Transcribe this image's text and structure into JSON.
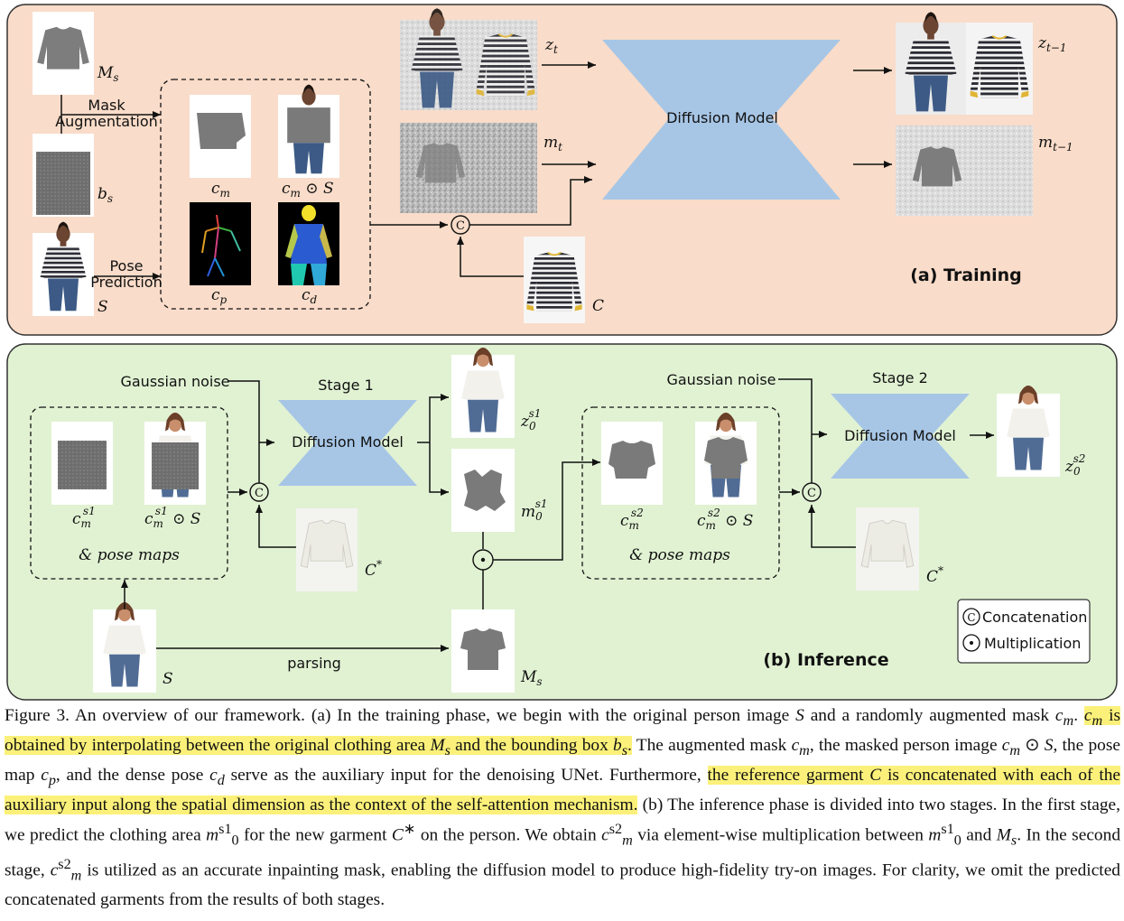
{
  "training": {
    "title": "(a) Training",
    "mask_augmentation": [
      "Mask",
      "Augmentation"
    ],
    "pose_prediction": [
      "Pose",
      "Prediction"
    ],
    "diffusion_model": "Diffusion Model",
    "labels": {
      "Ms": "M",
      "Ms_sub": "s",
      "bs": "b",
      "bs_sub": "s",
      "S": "S",
      "cm": "c",
      "cm_sub": "m",
      "cmS": "c",
      "cmS_sub": "m",
      "cmS_tail": " ⊙ S",
      "cp": "c",
      "cp_sub": "p",
      "cd": "c",
      "cd_sub": "d",
      "zt": "z",
      "zt_sub": "t",
      "mt": "m",
      "mt_sub": "t",
      "zt1": "z",
      "zt1_sub": "t−1",
      "mt1": "m",
      "mt1_sub": "t−1",
      "C": "C"
    }
  },
  "inference": {
    "title": "(b) Inference",
    "stage1": "Stage 1",
    "stage2": "Stage 2",
    "gaussian_noise": "Gaussian noise",
    "diffusion_model": "Diffusion Model",
    "pose_maps": "& pose maps",
    "parsing": "parsing",
    "labels": {
      "cms1": "c",
      "cms1_sup": "s1",
      "cms1_sub": "m",
      "cms1S_tail": " ⊙ S",
      "z0s1": "z",
      "z0s1_sup": "s1",
      "z0s1_sub": "0",
      "m0s1": "m",
      "m0s1_sup": "s1",
      "m0s1_sub": "0",
      "cms2": "c",
      "cms2_sup": "s2",
      "cms2_sub": "m",
      "z0s2": "z",
      "z0s2_sup": "s2",
      "z0s2_sub": "0",
      "Cstar": "C*",
      "S": "S",
      "Ms": "M",
      "Ms_sub": "s"
    },
    "legend": {
      "concat": "Concatenation",
      "mult": "Multiplication"
    }
  },
  "caption": {
    "p1": "Figure 3. An overview of our framework. (a) In the training phase, we begin with the original person image ",
    "S": "S",
    "p2": " and a randomly augmented mask ",
    "cm": "c",
    "cm_sub": "m",
    "p3": ". ",
    "hl1a": "c",
    "hl1a_sub": "m",
    "hl1b": " is obtained by interpolating between the original clothing area ",
    "Ms": "M",
    "Ms_sub": "s",
    "hl1c": " and the bounding box ",
    "bs": "b",
    "bs_sub": "s",
    "hl1d": ".",
    "p4": " The augmented mask ",
    "p5": ", the masked person image ",
    "p6": " ⊙ ",
    "p7": ", the pose map ",
    "cp": "c",
    "cp_sub": "p",
    "p8": ", and the dense pose ",
    "cd": "c",
    "cd_sub": "d",
    "p9": " serve as the auxiliary input for the denoising UNet. Furthermore, ",
    "hl2a": "the reference garment ",
    "C": "C",
    "hl2b": " is concatenated with each of the auxiliary input along the spatial dimension as the context of the self-attention mechanism.",
    "p10": " (b) The inference phase is divided into two stages. In the first stage, we predict the clothing area ",
    "m0s1": "m",
    "m0s1_sup": "s1",
    "m0s1_sub": "0",
    "p11": " for the new garment ",
    "Cstar": "C",
    "Cstar_sup": "∗",
    "p12": " on the person. We obtain ",
    "cms2": "c",
    "cms2_sup": "s2",
    "cms2_sub": "m",
    "p13": " via element-wise multiplication between ",
    "p14": " and ",
    "p15": ". In the second stage, ",
    "p16": " is utilized as an accurate inpainting mask, enabling the diffusion model to produce high-fidelity try-on images. For clarity, we omit the predicted concatenated garments from the results of both stages."
  }
}
